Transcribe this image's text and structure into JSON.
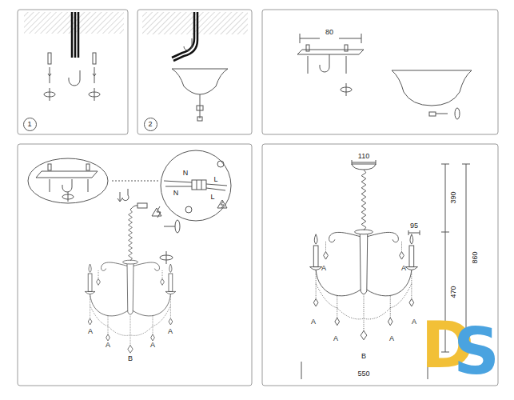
{
  "diagram": {
    "nodes": [
      {
        "text": [
          "1"
        ]
      },
      {
        "text": [
          "2"
        ]
      }
    ],
    "labels": [
      "80",
      "N",
      "L",
      "N",
      "L",
      "110",
      "390",
      "860",
      "470",
      "95",
      "550",
      "A",
      "A",
      "B",
      "A",
      "A",
      "A",
      "A",
      "A",
      "A",
      "B",
      "A",
      "A",
      "D",
      "S"
    ]
  }
}
